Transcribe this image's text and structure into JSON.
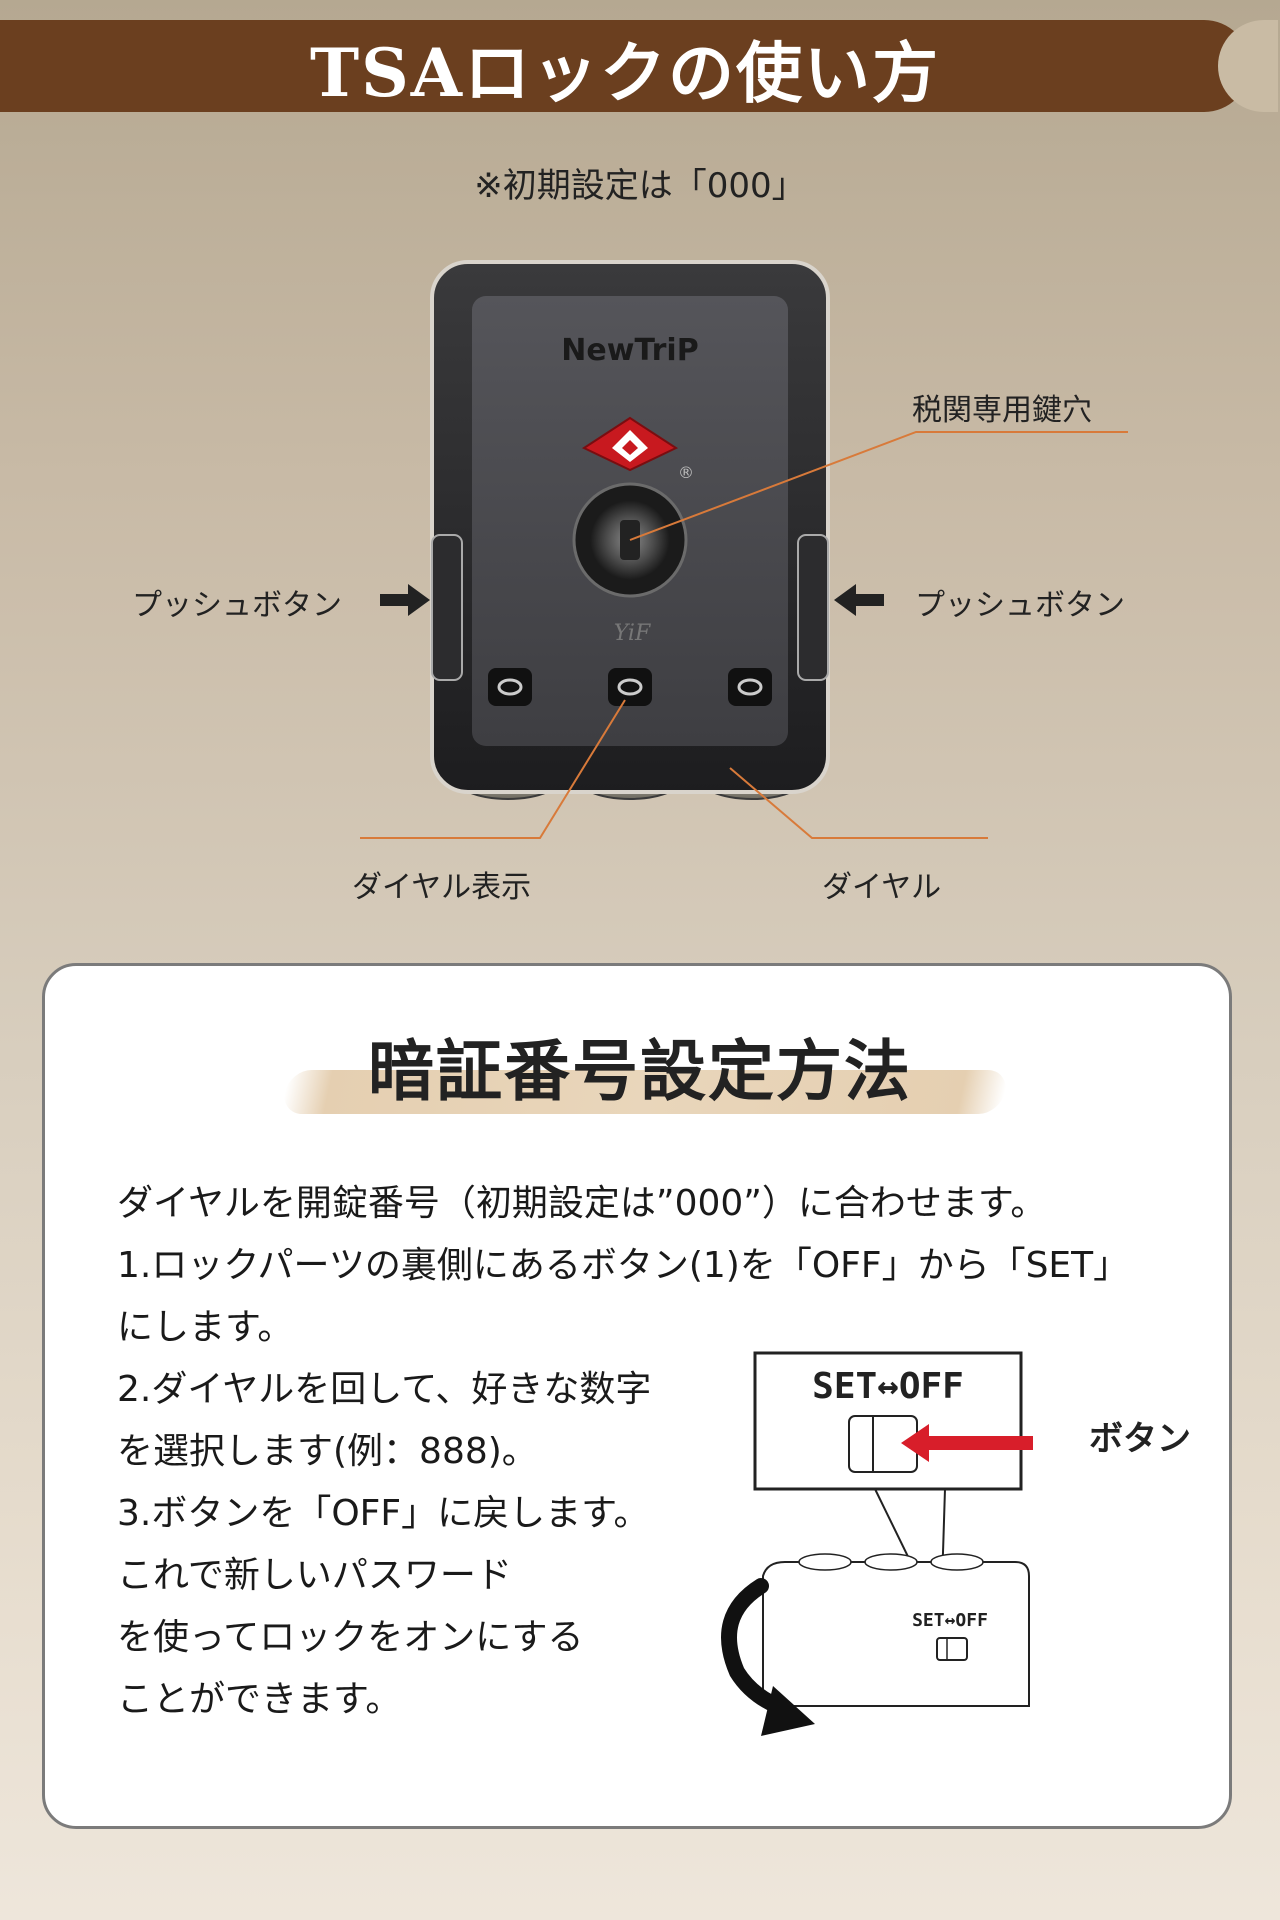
{
  "header": {
    "title": "TSAロックの使い方"
  },
  "note": "※初期設定は「000」",
  "lock": {
    "brand": "NewTriP",
    "maker_mark": "YiF",
    "registered_mark": "®"
  },
  "callouts": {
    "keyhole": "税関専用鍵穴",
    "push_left": "プッシュボタン",
    "push_right": "プッシュボタン",
    "dial_display": "ダイヤル表示",
    "dial": "ダイヤル"
  },
  "instructions": {
    "title": "暗証番号設定方法",
    "lines": [
      "ダイヤルを開錠番号（初期設定は”000”）に合わせます。",
      "1.ロックパーツの裏側にあるボタン(1)を「OFF」から「SET」",
      "にします。",
      "2.ダイヤルを回して、好きな数字",
      "を選択します(例：888)。",
      "3.ボタンを「OFF」に戻します。",
      "これで新しいパスワード",
      "を使ってロックをオンにする",
      "ことができます。"
    ]
  },
  "illustration": {
    "switch_label": "SET↔OFF",
    "small_switch_label": "SET↔OFF",
    "button_label": "ボタン",
    "arrow_color": "#d81e2a"
  }
}
